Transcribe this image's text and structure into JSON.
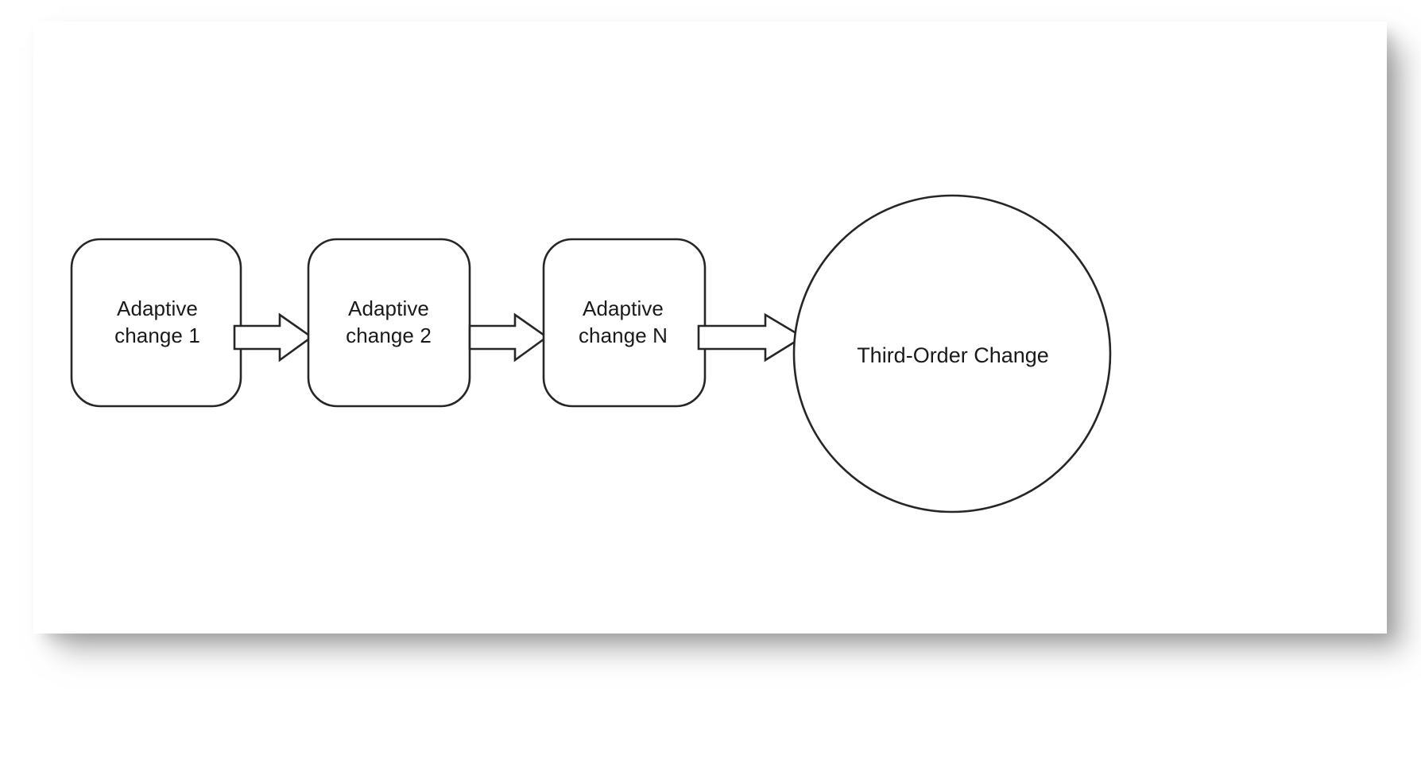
{
  "diagram": {
    "type": "process-flow",
    "title_text_present": false,
    "background_color": "#ffffff",
    "card_color": "#ffffff",
    "stroke_color": "#262626",
    "text_color": "#1a1a1a",
    "nodes": [
      {
        "id": "adaptive-change-1",
        "shape": "rounded-rectangle",
        "line1": "Adaptive",
        "line2": "change 1"
      },
      {
        "id": "adaptive-change-2",
        "shape": "rounded-rectangle",
        "line1": "Adaptive",
        "line2": "change 2"
      },
      {
        "id": "adaptive-change-n",
        "shape": "rounded-rectangle",
        "line1": "Adaptive",
        "line2": "change N"
      },
      {
        "id": "third-order-change",
        "shape": "circle",
        "label": "Third-Order Change"
      }
    ],
    "connectors": [
      {
        "id": "arrow-1",
        "icon": "block-arrow-right-icon",
        "from": "adaptive-change-1",
        "to": "adaptive-change-2"
      },
      {
        "id": "arrow-2",
        "icon": "block-arrow-right-icon",
        "from": "adaptive-change-2",
        "to": "adaptive-change-n"
      },
      {
        "id": "arrow-3",
        "icon": "block-arrow-right-icon",
        "from": "adaptive-change-n",
        "to": "third-order-change"
      }
    ]
  }
}
